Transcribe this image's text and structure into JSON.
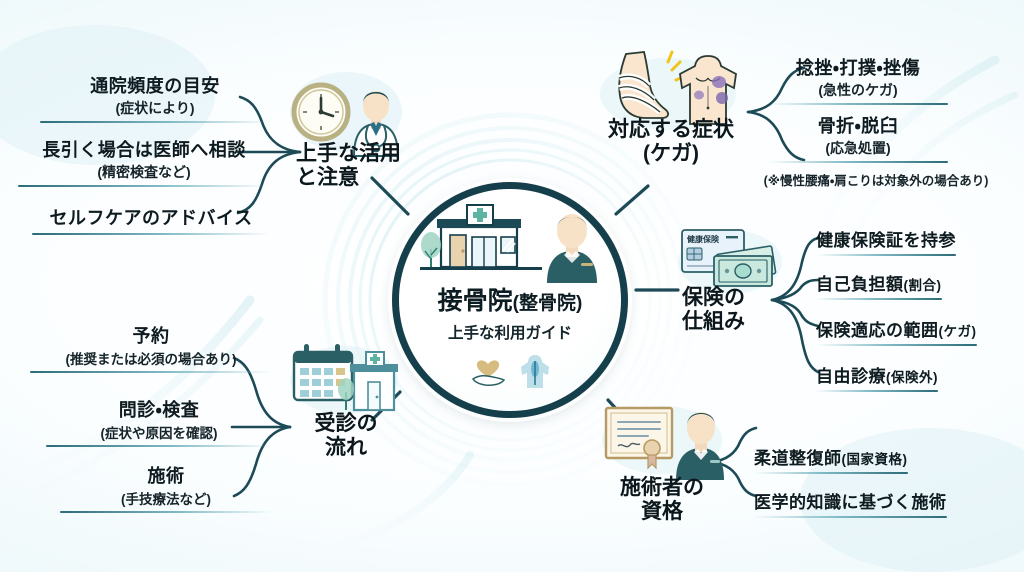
{
  "center": {
    "title_main": "接骨院",
    "title_paren": "(整骨院)",
    "subtitle": "上手な利用ガイド",
    "icons": [
      "clinic-building-icon",
      "practitioner-icon",
      "heart-in-hand-icon",
      "body-spine-icon"
    ]
  },
  "colors": {
    "ring_dark": "#163f4c",
    "connector": "#1d4a57",
    "bar_teal": "#7fb9c4",
    "text": "#0e1b20",
    "accent_teal": "#4e9aa8",
    "background": "#e3f2f6"
  },
  "branches": [
    {
      "id": "usage",
      "hub_label_lines": [
        "上手な活用",
        "と注意"
      ],
      "icon": "clock-and-doctor-icon",
      "side": "left",
      "items": [
        {
          "main": "通院頻度の目安",
          "sub": "(症状により)"
        },
        {
          "main": "長引く場合は医師へ相談",
          "sub": "(精密検査など)"
        },
        {
          "main": "セルフケアのアドバイス",
          "sub": ""
        }
      ]
    },
    {
      "id": "symptoms",
      "hub_label_lines": [
        "対応する症状",
        "(ケガ)"
      ],
      "icon": "injured-foot-and-bruised-torso-icon",
      "side": "right",
      "items": [
        {
          "main": "捻挫・打撲・挫傷",
          "sub": "(急性のケガ)"
        },
        {
          "main": "骨折・脱臼",
          "sub": "(応急処置)"
        }
      ],
      "note": "(※慢性腰痛・肩こりは対象外の場合あり)"
    },
    {
      "id": "insurance",
      "hub_label_lines": [
        "保険の",
        "仕組み"
      ],
      "icon": "insurance-card-and-cash-icon",
      "side": "right",
      "items": [
        {
          "main": "健康保険証を持参",
          "sub": ""
        },
        {
          "main": "自己負担額",
          "sub": "(割合)"
        },
        {
          "main": "保険適応の範囲",
          "sub": "(ケガ)"
        },
        {
          "main": "自由診療",
          "sub": "(保険外)"
        }
      ]
    },
    {
      "id": "qualification",
      "hub_label_lines": [
        "施術者の",
        "資格"
      ],
      "icon": "certificate-and-practitioner-icon",
      "side": "right",
      "items": [
        {
          "main": "柔道整復師",
          "sub": "(国家資格)"
        },
        {
          "main": "医学的知識に基づく施術",
          "sub": ""
        }
      ]
    },
    {
      "id": "visitflow",
      "hub_label_lines": [
        "受診の",
        "流れ"
      ],
      "icon": "calendar-and-clinic-icon",
      "side": "left",
      "items": [
        {
          "main": "予約",
          "sub": "(推奨または必須の場合あり)"
        },
        {
          "main": "問診・検査",
          "sub": "(症状や原因を確認)"
        },
        {
          "main": "施術",
          "sub": "(手技療法など)"
        }
      ]
    }
  ]
}
